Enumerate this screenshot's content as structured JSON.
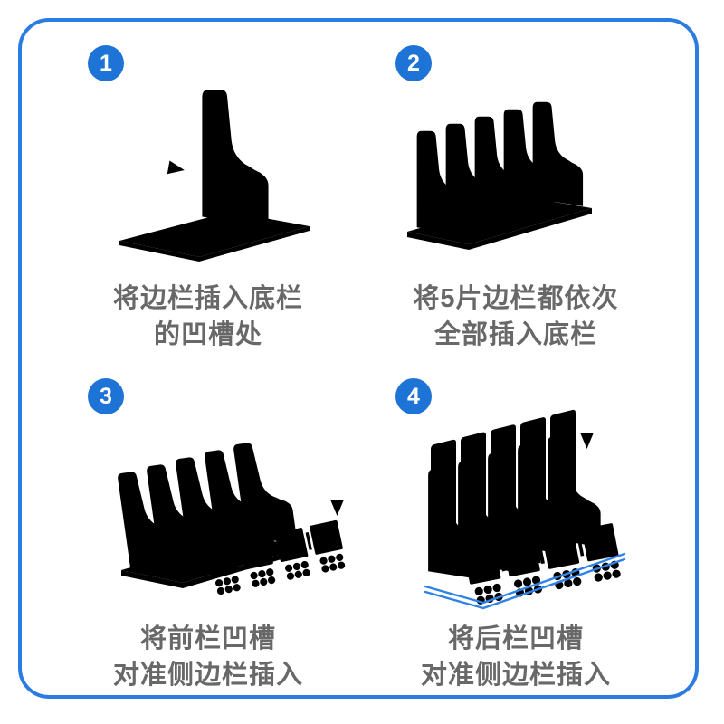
{
  "theme": {
    "background": "#ffffff",
    "border_color": "#2b7ce2",
    "art_line_color": "#2f82e6",
    "badge_bg": "#1e73d6",
    "badge_text_color": "#ffffff",
    "caption_color": "#686868"
  },
  "steps": [
    {
      "number": "1",
      "caption_line1": "将边栏插入底栏",
      "caption_line2": "的凹槽处",
      "illustration": "single-side-panel-inserted-into-base-grid-with-right-arrow"
    },
    {
      "number": "2",
      "caption_line1": "将5片边栏都依次",
      "caption_line2": "全部插入底栏",
      "illustration": "five-side-panels-standing-on-base"
    },
    {
      "number": "3",
      "caption_line1": "将前栏凹槽",
      "caption_line2": "对准侧边栏插入",
      "illustration": "front-rail-with-label-windows-inserted-downward-arrow"
    },
    {
      "number": "4",
      "caption_line1": "将后栏凹槽",
      "caption_line2": "对准侧边栏插入",
      "illustration": "rear-rail-inserted-into-assembled-rack-downward-arrow"
    }
  ]
}
